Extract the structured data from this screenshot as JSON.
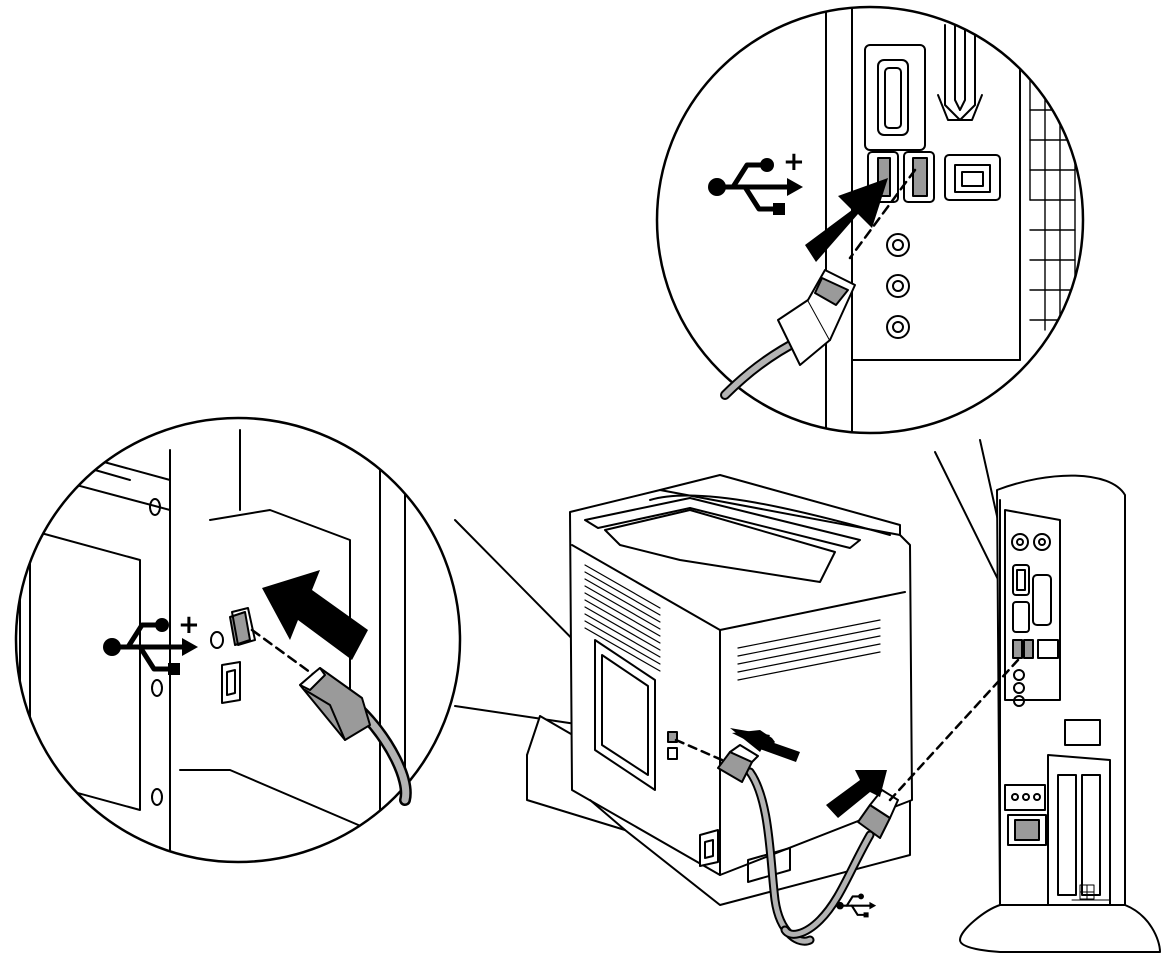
{
  "diagram": {
    "plus_sign": "+",
    "colors": {
      "line": "#000000",
      "cable": "#b3b3b3",
      "port": "#9a9a9a",
      "background": "#ffffff"
    },
    "icons": [
      "usb-icon",
      "arrow-icon",
      "usb-b-plug",
      "usb-a-plug",
      "printer",
      "computer-tower"
    ]
  }
}
